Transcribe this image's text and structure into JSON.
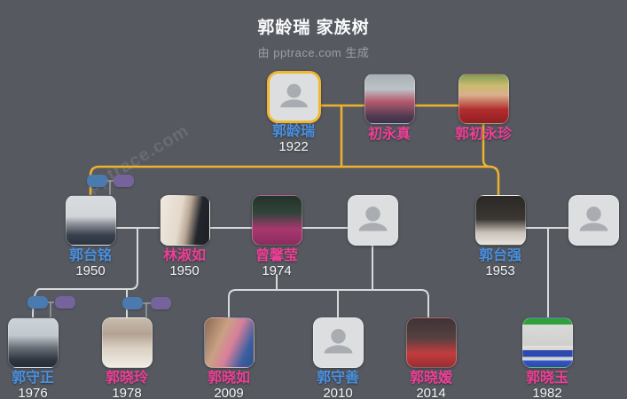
{
  "header": {
    "title": "郭龄瑞 家族树",
    "subtitle": "由 pptrace.com 生成"
  },
  "watermark": "pptrace.com",
  "colors": {
    "background": "#565a60",
    "male_name": "#4a90e2",
    "female_name": "#ee3f96",
    "year_text": "#f5f6f7",
    "highlight_line": "#edb32f",
    "tree_line": "#d8d9db",
    "stub_line": "#9aa0a6",
    "mini_node_blue": "#4a7aae",
    "mini_node_purple": "#75639c",
    "placeholder_bg": "#dcdedf",
    "placeholder_icon": "#a9acb0"
  },
  "people": {
    "guo_lingrui": {
      "name": "郭龄瑞",
      "year": "1922",
      "gender": "male"
    },
    "chu_yongzhen": {
      "name": "初永真",
      "year": "",
      "gender": "female"
    },
    "guo_chu_yongzhen": {
      "name": "郭初永珍",
      "year": "",
      "gender": "female"
    },
    "guo_taiming": {
      "name": "郭台铭",
      "year": "1950",
      "gender": "male"
    },
    "lin_shuru": {
      "name": "林淑如",
      "year": "1950",
      "gender": "female"
    },
    "zeng_xinying": {
      "name": "曾馨莹",
      "year": "1974",
      "gender": "female"
    },
    "guo_taiqiang": {
      "name": "郭台强",
      "year": "1953",
      "gender": "male"
    },
    "guo_shouzheng": {
      "name": "郭守正",
      "year": "1976",
      "gender": "male"
    },
    "guo_xiaoling": {
      "name": "郭晓玲",
      "year": "1978",
      "gender": "female"
    },
    "guo_xiaoru": {
      "name": "郭晓如",
      "year": "2009",
      "gender": "female"
    },
    "guo_shoushan": {
      "name": "郭守善",
      "year": "2010",
      "gender": "male"
    },
    "guo_xiaoai": {
      "name": "郭晓嫒",
      "year": "2014",
      "gender": "female"
    },
    "guo_xiaoyu": {
      "name": "郭晓玉",
      "year": "1982",
      "gender": "female"
    }
  }
}
